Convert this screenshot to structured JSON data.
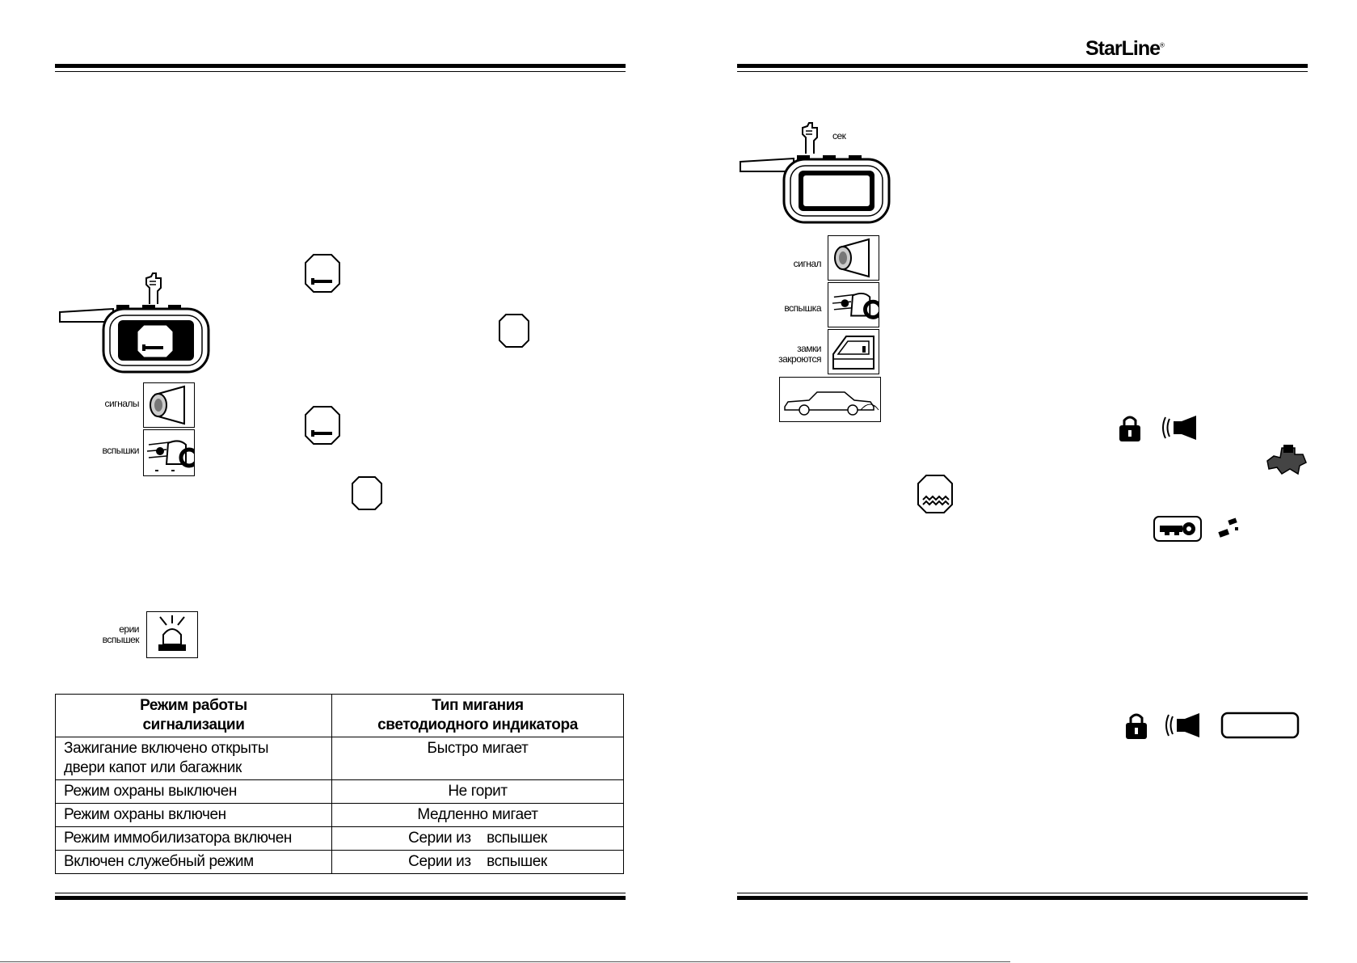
{
  "brand": {
    "name": "StarLine",
    "mark": "®"
  },
  "left_page": {
    "figure_labels": {
      "signals": "сигналы",
      "flashes": "вспышки",
      "series_flashes": "ерии\nвспышек"
    },
    "table": {
      "headers": [
        "Режим работы\nсигнализации",
        "Тип мигания\nсветодиодного индикатора"
      ],
      "rows": [
        [
          "Зажигание включено  открыты\nдвери  капот или багажник",
          "Быстро мигает"
        ],
        [
          "Режим охраны выключен",
          "Не горит"
        ],
        [
          "Режим охраны включен",
          "Медленно мигает"
        ],
        [
          "Режим иммобилизатора включен",
          "Серии из    вспышек"
        ],
        [
          "Включен служебный режим",
          "Серии из    вспышек"
        ]
      ]
    }
  },
  "right_page": {
    "figure_labels": {
      "seconds": "сек",
      "signal": "сигнал",
      "flash": "вспышка",
      "locks": "замки\nзакроются"
    }
  },
  "icons": [
    "hand-press-icon",
    "remote-fob-icon",
    "wrench-icon",
    "blank-octagon-icon",
    "horn-icon",
    "flash-lights-icon",
    "beacon-icon",
    "door-icon",
    "car-icon",
    "lock-icon",
    "siren-icon",
    "engine-icon",
    "wave-icon",
    "key-icon",
    "exhaust-icon",
    "rect-frame-icon"
  ]
}
